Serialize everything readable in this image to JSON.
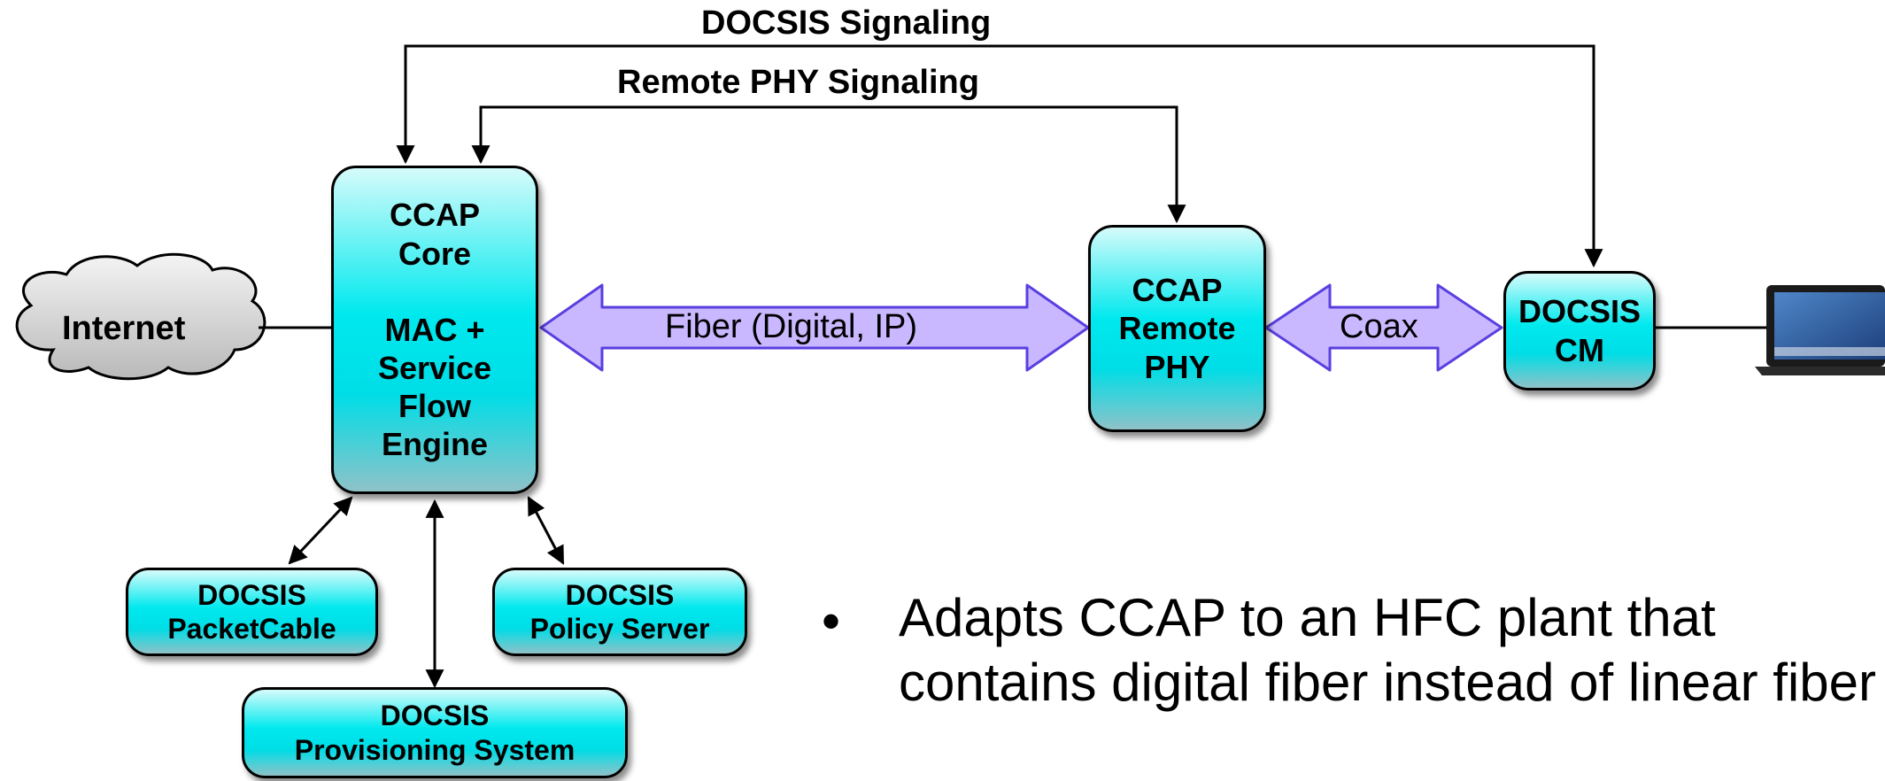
{
  "signaling": {
    "docsis": "DOCSIS Signaling",
    "remote_phy": "Remote PHY Signaling"
  },
  "nodes": {
    "internet": "Internet",
    "ccap_core": [
      "CCAP",
      "Core",
      "",
      "MAC +",
      "Service",
      "Flow",
      "Engine"
    ],
    "remote_phy": [
      "CCAP",
      "Remote",
      "PHY"
    ],
    "cable_modem": [
      "DOCSIS",
      "CM"
    ],
    "packetcable": [
      "DOCSIS",
      "PacketCable"
    ],
    "policy_server": [
      "DOCSIS",
      "Policy Server"
    ],
    "provisioning": [
      "DOCSIS",
      "Provisioning System"
    ]
  },
  "links": {
    "fiber": "Fiber (Digital, IP)",
    "coax": "Coax"
  },
  "bullet": {
    "marker": "•",
    "line1": "Adapts CCAP to an HFC plant that",
    "line2": "contains digital fiber instead of linear fiber"
  },
  "colors": {
    "box_fill": "#00e9ee",
    "arrow_fill": "#c9b8ff",
    "arrow_stroke": "#5a3fe0"
  }
}
